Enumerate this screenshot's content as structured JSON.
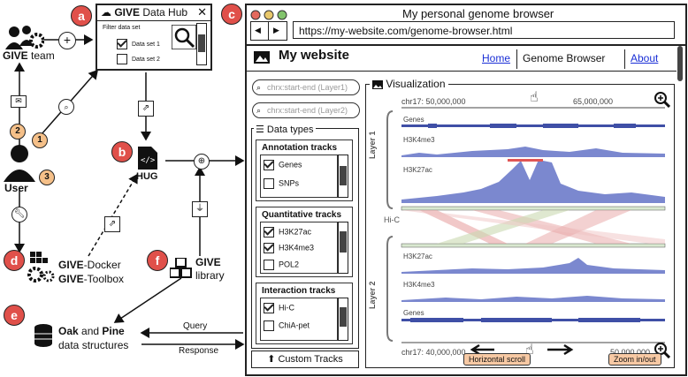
{
  "badges": {
    "a": "a",
    "b": "b",
    "c": "c",
    "d": "d",
    "e": "e",
    "f": "f"
  },
  "steps": {
    "one": "1",
    "two": "2",
    "three": "3"
  },
  "actors": {
    "give_team_brand": "GIVE",
    "give_team_rest": " team",
    "user": "User",
    "docker_brand": "GIVE",
    "docker_rest": "-Docker",
    "toolbox_brand": "GIVE",
    "toolbox_rest": "-Toolbox",
    "library_brand": "GIVE",
    "library_rest": "library",
    "hug": "HUG",
    "oak": "Oak",
    "and": " and ",
    "pine": "Pine",
    "structures": "data structures"
  },
  "datahub": {
    "title_brand": "GIVE",
    "title_rest": " Data Hub",
    "close": "✕",
    "filter": "Filter data set",
    "items": [
      {
        "label": "Data set 1",
        "checked": true
      },
      {
        "label": "Data set 2",
        "checked": false
      }
    ]
  },
  "flows": {
    "query": "Query",
    "response": "Response"
  },
  "browser": {
    "title": "My personal genome browser",
    "nav_back": "◀",
    "nav_fwd": "▶",
    "url": "https://my-website.com/genome-browser.html",
    "site_name": "My website",
    "nav": [
      {
        "label": "Home",
        "active": false
      },
      {
        "label": "Genome Browser",
        "active": true
      },
      {
        "label": "About",
        "active": false
      }
    ],
    "search1": "chrx:start-end (Layer1)",
    "search2": "chrx:start-end (Layer2)",
    "data_types": "Data types",
    "sections": [
      {
        "title": "Annotation tracks",
        "items": [
          {
            "label": "Genes",
            "checked": true
          },
          {
            "label": "SNPs",
            "checked": false
          }
        ]
      },
      {
        "title": "Quantitative tracks",
        "items": [
          {
            "label": "H3K27ac",
            "checked": true
          },
          {
            "label": "H3K4me3",
            "checked": true
          },
          {
            "label": "POL2",
            "checked": false
          }
        ]
      },
      {
        "title": "Interaction tracks",
        "items": [
          {
            "label": "Hi-C",
            "checked": true
          },
          {
            "label": "ChiA-pet",
            "checked": false
          }
        ]
      }
    ],
    "custom_tracks": "Custom Tracks",
    "viz_title": "Visualization",
    "top_ruler": {
      "left": "chr17: 50,000,000",
      "right": "65,000,000"
    },
    "bottom_ruler": {
      "left": "chr17: 40,000,000",
      "right": "50,000,000"
    },
    "layer1": "Layer 1",
    "layer2": "Layer 2",
    "hic": "Hi-C",
    "tracks_l1": [
      "Genes",
      "H3K4me3",
      "H3K27ac"
    ],
    "tracks_l2": [
      "H3K27ac",
      "H3K4me3",
      "Genes"
    ],
    "hscroll": "Horizontal scroll",
    "zoom": "Zoom in/out"
  },
  "colors": {
    "badge": "#e0504a",
    "step": "#f5c089",
    "track": "#7b88cf",
    "track_dark": "#3f4fa6",
    "tag": "#f7c9a4"
  }
}
